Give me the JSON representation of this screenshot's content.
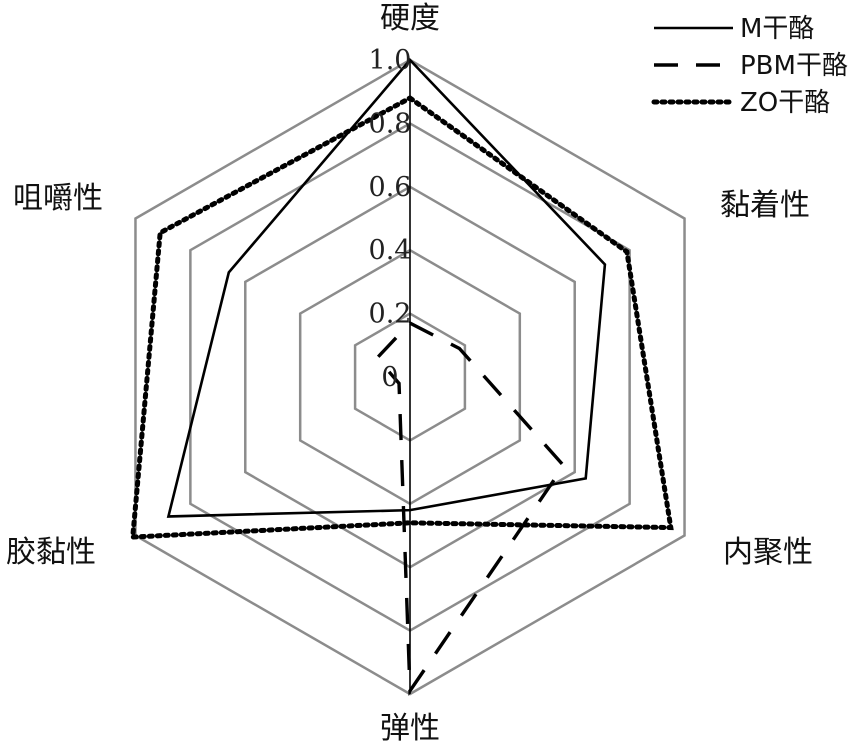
{
  "chart_data": {
    "type": "radar",
    "axes": [
      "硬度",
      "黏着性",
      "内聚性",
      "弹性",
      "胶黏性",
      "咀嚼性"
    ],
    "rlim": [
      0,
      1.0
    ],
    "ticks": [
      "0",
      "0.2",
      "0.4",
      "0.6",
      "0.8",
      "1.0"
    ],
    "tick_values": [
      0,
      0.2,
      0.4,
      0.6,
      0.8,
      1.0
    ],
    "grid": true,
    "legend_position": "top-right",
    "series": [
      {
        "name": "M干酪",
        "style": "solid",
        "values": [
          1.0,
          0.71,
          0.64,
          0.42,
          0.88,
          0.66
        ]
      },
      {
        "name": "PBM干酪",
        "style": "dashed",
        "values": [
          0.17,
          0.18,
          0.56,
          0.99,
          0.04,
          0.12
        ]
      },
      {
        "name": "ZO干酪",
        "style": "dotted",
        "values": [
          0.88,
          0.79,
          0.95,
          0.46,
          1.01,
          0.91
        ]
      }
    ]
  }
}
